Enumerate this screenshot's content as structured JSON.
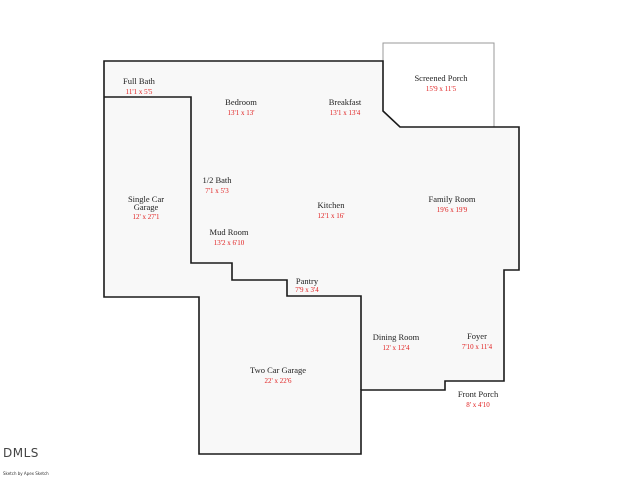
{
  "rooms": [
    {
      "name": "Full Bath",
      "dims": "11'1 x 5'5"
    },
    {
      "name": "Bedroom",
      "dims": "13'1 x 13'"
    },
    {
      "name": "Breakfast",
      "dims": "13'1 x 13'4"
    },
    {
      "name": "Screened Porch",
      "dims": "15'9 x 11'5"
    },
    {
      "name": "Single Car Garage",
      "dims": "12' x 27'1"
    },
    {
      "name": "1/2 Bath",
      "dims": "7'1 x 5'3"
    },
    {
      "name": "Kitchen",
      "dims": "12'1 x 16'"
    },
    {
      "name": "Family Room",
      "dims": "19'6 x 19'9"
    },
    {
      "name": "Mud Room",
      "dims": "13'2 x 6'10"
    },
    {
      "name": "Pantry",
      "dims": "7'9 x 3'4"
    },
    {
      "name": "Dining Room",
      "dims": "12' x 12'4"
    },
    {
      "name": "Foyer",
      "dims": "7'10 x 11'4"
    },
    {
      "name": "Two Car Garage",
      "dims": "22' x 22'6"
    },
    {
      "name": "Front Porch",
      "dims": "8' x 4'10"
    }
  ],
  "brand": "DMLS",
  "credit": "Sketch by Apex Sketch",
  "colors": {
    "wall": "#1a1a1a",
    "fill": "#f8f8f8",
    "porch_wall": "#999999",
    "dimension_text": "#e02020"
  }
}
